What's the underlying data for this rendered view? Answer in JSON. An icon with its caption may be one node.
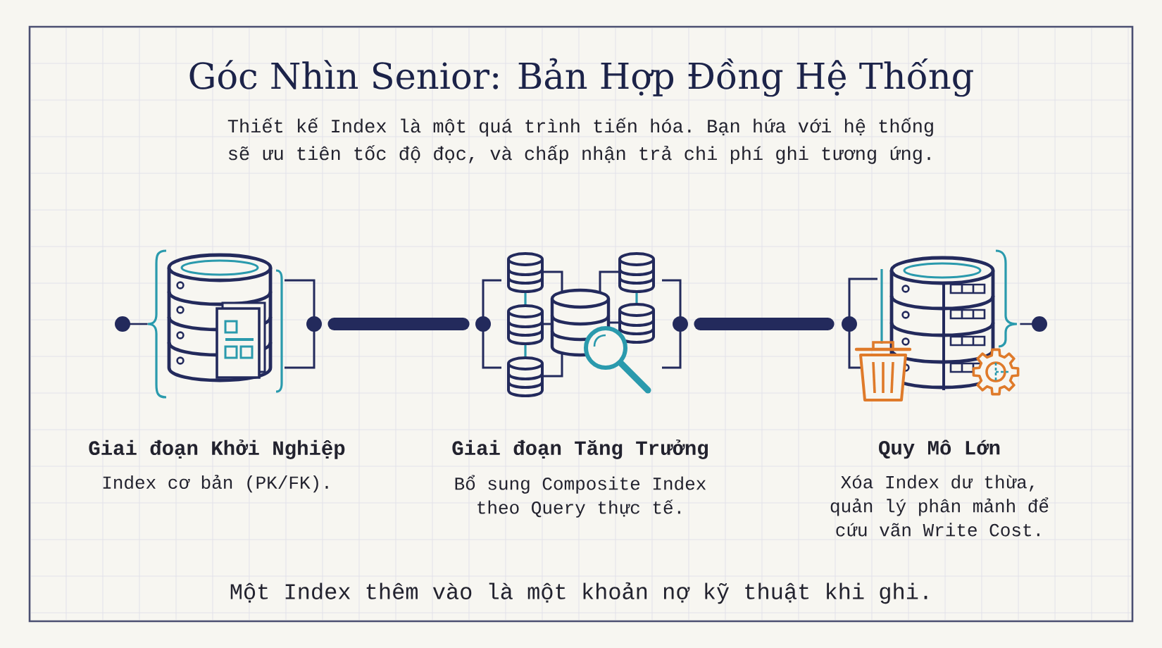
{
  "diagram": {
    "title": "Góc Nhìn Senior: Bản Hợp Đồng Hệ Thống",
    "nodes": [
      {
        "text": [],
        "shape": "picture",
        "beside": [
          "Giai đoạn Khởi Nghiệp",
          "Index cơ bản (PK/FK)."
        ]
      },
      {
        "text": [],
        "shape": "picture",
        "beside": [
          "Giai đoạn Tăng Trưởng",
          "Bổ sung Composite Index theo Query thực tế."
        ]
      },
      {
        "text": [],
        "shape": "picture",
        "beside": [
          "Quy Mô Lớn",
          "Xóa Index dư thừa, quản lý phân mảnh để cứu vãn Write Cost."
        ]
      }
    ],
    "edges": [
      {
        "from": null,
        "to": 0,
        "arrow": "other"
      },
      {
        "from": 0,
        "to": 1,
        "arrow": "none",
        "style": "thick"
      },
      {
        "from": 1,
        "to": 2,
        "arrow": "none",
        "style": "thick"
      },
      {
        "from": 2,
        "to": null,
        "arrow": "other"
      }
    ],
    "labels": [
      "Thiết kế Index là một quá trình tiến hóa. Bạn hứa với hệ thống sẽ ưu tiên tốc độ đọc, và chấp nhận trả chi phí ghi tương ứng.",
      "Một Index thêm vào là một khoản nợ kỹ thuật khi ghi."
    ]
  }
}
